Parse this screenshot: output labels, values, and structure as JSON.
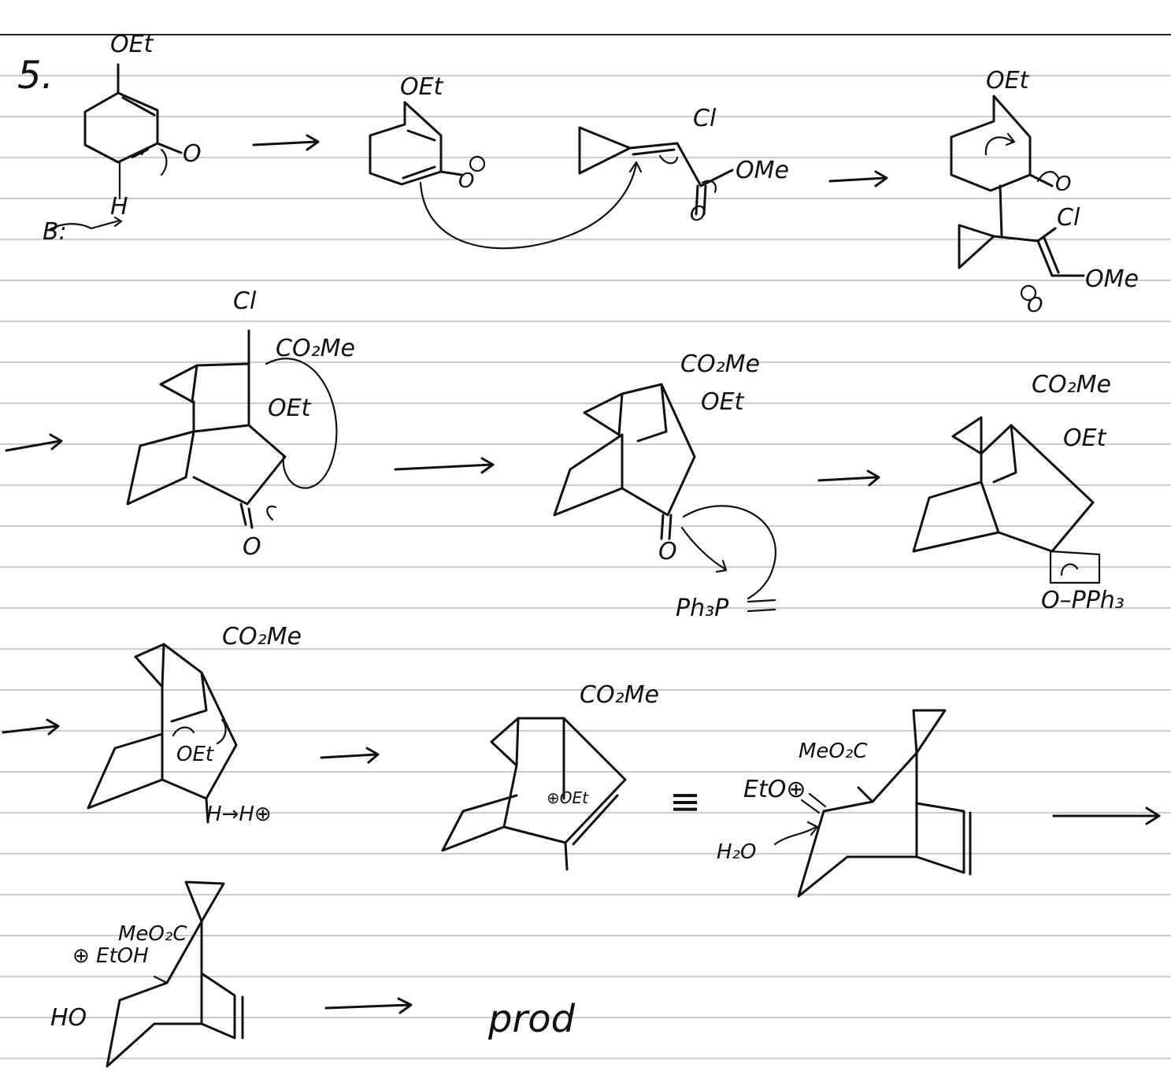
{
  "problem_number": "5.",
  "labels": {
    "r1_oet_a": "OEt",
    "r1_o_a": "O",
    "r1_h": "H",
    "r1_base": "B:",
    "r1_oet_b": "OEt",
    "r1_o_b": "O",
    "r1_cl_a": "Cl",
    "r1_ome_a": "OMe",
    "r1_o_c": "O",
    "r1_oet_c": "OEt",
    "r1_o_d": "O",
    "r1_cl_b": "Cl",
    "r1_ome_b": "OMe",
    "r1_o_e": "O",
    "r2_cl": "Cl",
    "r2_co2me_a": "CO₂Me",
    "r2_oet_a": "OEt",
    "r2_o_a": "O",
    "r2_co2me_b": "CO₂Me",
    "r2_oet_b": "OEt",
    "r2_o_b": "O",
    "r2_ph3p": "Ph₃P",
    "r2_co2me_c": "CO₂Me",
    "r2_oet_c": "OEt",
    "r2_opph3": "O–PPh₃",
    "r3_co2me_a": "CO₂Me",
    "r3_oet_a": "OEt",
    "r3_h_hplus": "H→H⊕",
    "r3_co2me_b": "CO₂Me",
    "r3_oet_b": "⊕OEt",
    "r3_equiv": "≡",
    "r3_meo2c": "MeO₂C",
    "r3_eto_plus": "EtO⊕",
    "r3_h2o": "H₂O",
    "r4_meo2c": "MeO₂C",
    "r4_etoh": "⊕ EtOH",
    "r4_ho": "HO",
    "r4_prod": "prod"
  }
}
